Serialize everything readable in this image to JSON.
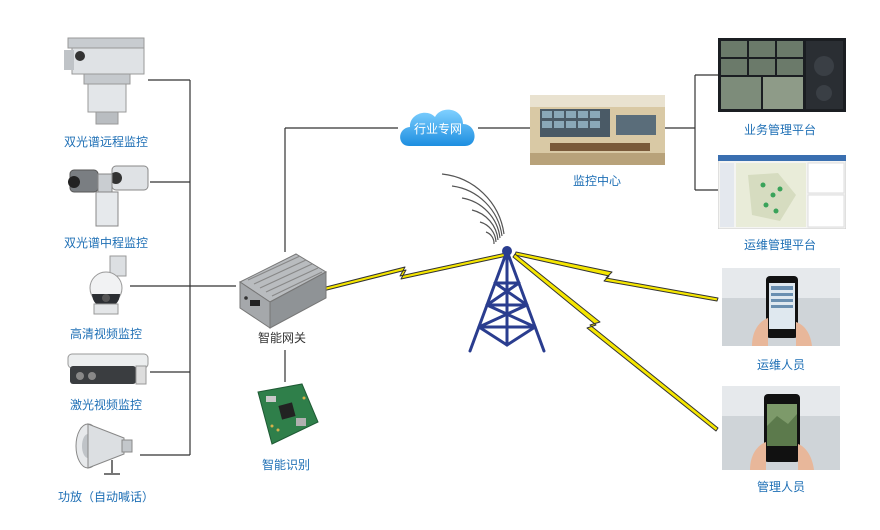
{
  "labels": {
    "bi_long": "双光谱远程监控",
    "bi_mid": "双光谱中程监控",
    "hd_video": "高清视频监控",
    "laser_video": "激光视频监控",
    "amplifier": "功放（自动喊话）",
    "gateway": "智能网关",
    "recognition": "智能识别",
    "private_net": "行业专网",
    "monitor_center": "监控中心",
    "biz_platform": "业务管理平台",
    "ops_platform": "运维管理平台",
    "ops_staff": "运维人员",
    "mgr_staff": "管理人员"
  },
  "colors": {
    "label_text": "#1e6fb5",
    "tower": "#2a3d8f",
    "lightning": "#f5e600",
    "cloud": "#3fa9f5",
    "wire": "#333333"
  },
  "icons": {
    "cloud": "cloud-icon",
    "tower": "radio-tower-icon",
    "signal": "wifi-signal-icon"
  }
}
